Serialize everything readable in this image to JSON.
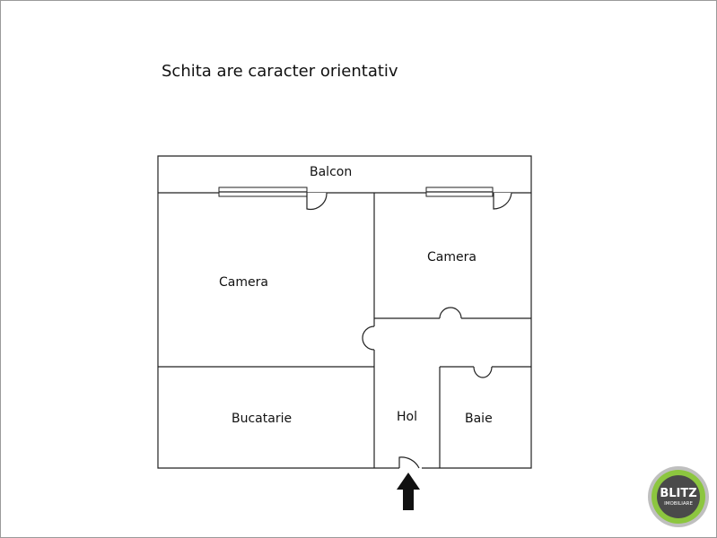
{
  "disclaimer": "Schita are caracter orientativ",
  "rooms": {
    "balcon": "Balcon",
    "camera_left": "Camera",
    "camera_right": "Camera",
    "bucatarie": "Bucatarie",
    "hol": "Hol",
    "baie": "Baie"
  },
  "logo": {
    "text_main": "BLITZ",
    "text_sub": "IMOBILIARE",
    "colors": {
      "ring": "#8cc63f",
      "center": "#4a4a4a"
    }
  },
  "entrance_icon": "up-arrow-icon"
}
